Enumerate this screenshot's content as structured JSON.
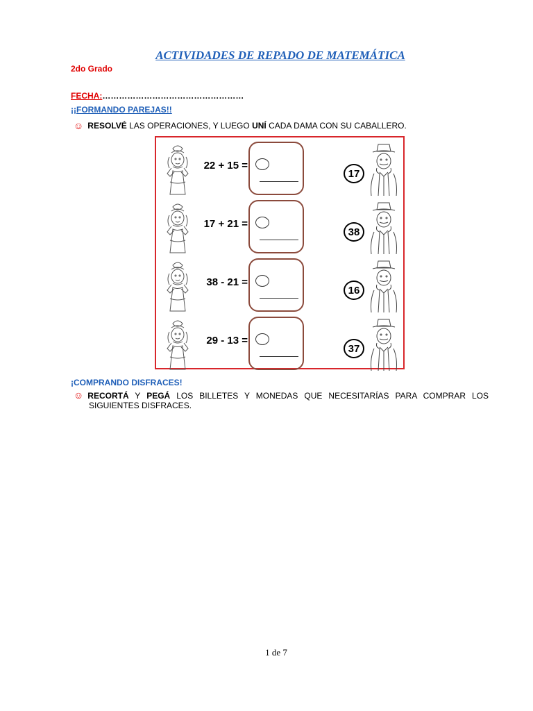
{
  "header": {
    "title": "ACTIVIDADES DE REPADO DE MATEMÁTICA",
    "grade": "2do Grado",
    "fecha_label": "FECHA:",
    "fecha_dots": "……………………………………………"
  },
  "section1": {
    "heading": "¡¡FORMANDO PAREJAS!!",
    "smile": "☺",
    "instr_bold1": "RESOLVÉ",
    "instr_text1": " LAS OPERACIONES, Y LUEGO ",
    "instr_bold2": "UNÍ",
    "instr_text2": " CADA DAMA CON SU CABALLERO.",
    "rows": [
      {
        "operation": "22 + 15 =",
        "number": "17"
      },
      {
        "operation": "17 + 21 =",
        "number": "38"
      },
      {
        "operation": "38 - 21 =",
        "number": "16"
      },
      {
        "operation": "29 - 13 =",
        "number": "37"
      }
    ]
  },
  "section2": {
    "heading": "¡COMPRANDO DISFRACES!",
    "smile": "☺",
    "bold1": "RECORTÁ",
    "text1": " Y ",
    "bold2": "PEGÁ",
    "text2": " LOS BILLETES Y MONEDAS QUE NECESITARÍAS PARA COMPRAR LOS",
    "text3": "SIGUIENTES DISFRACES."
  },
  "footer": {
    "page_number": "1 de 7"
  }
}
